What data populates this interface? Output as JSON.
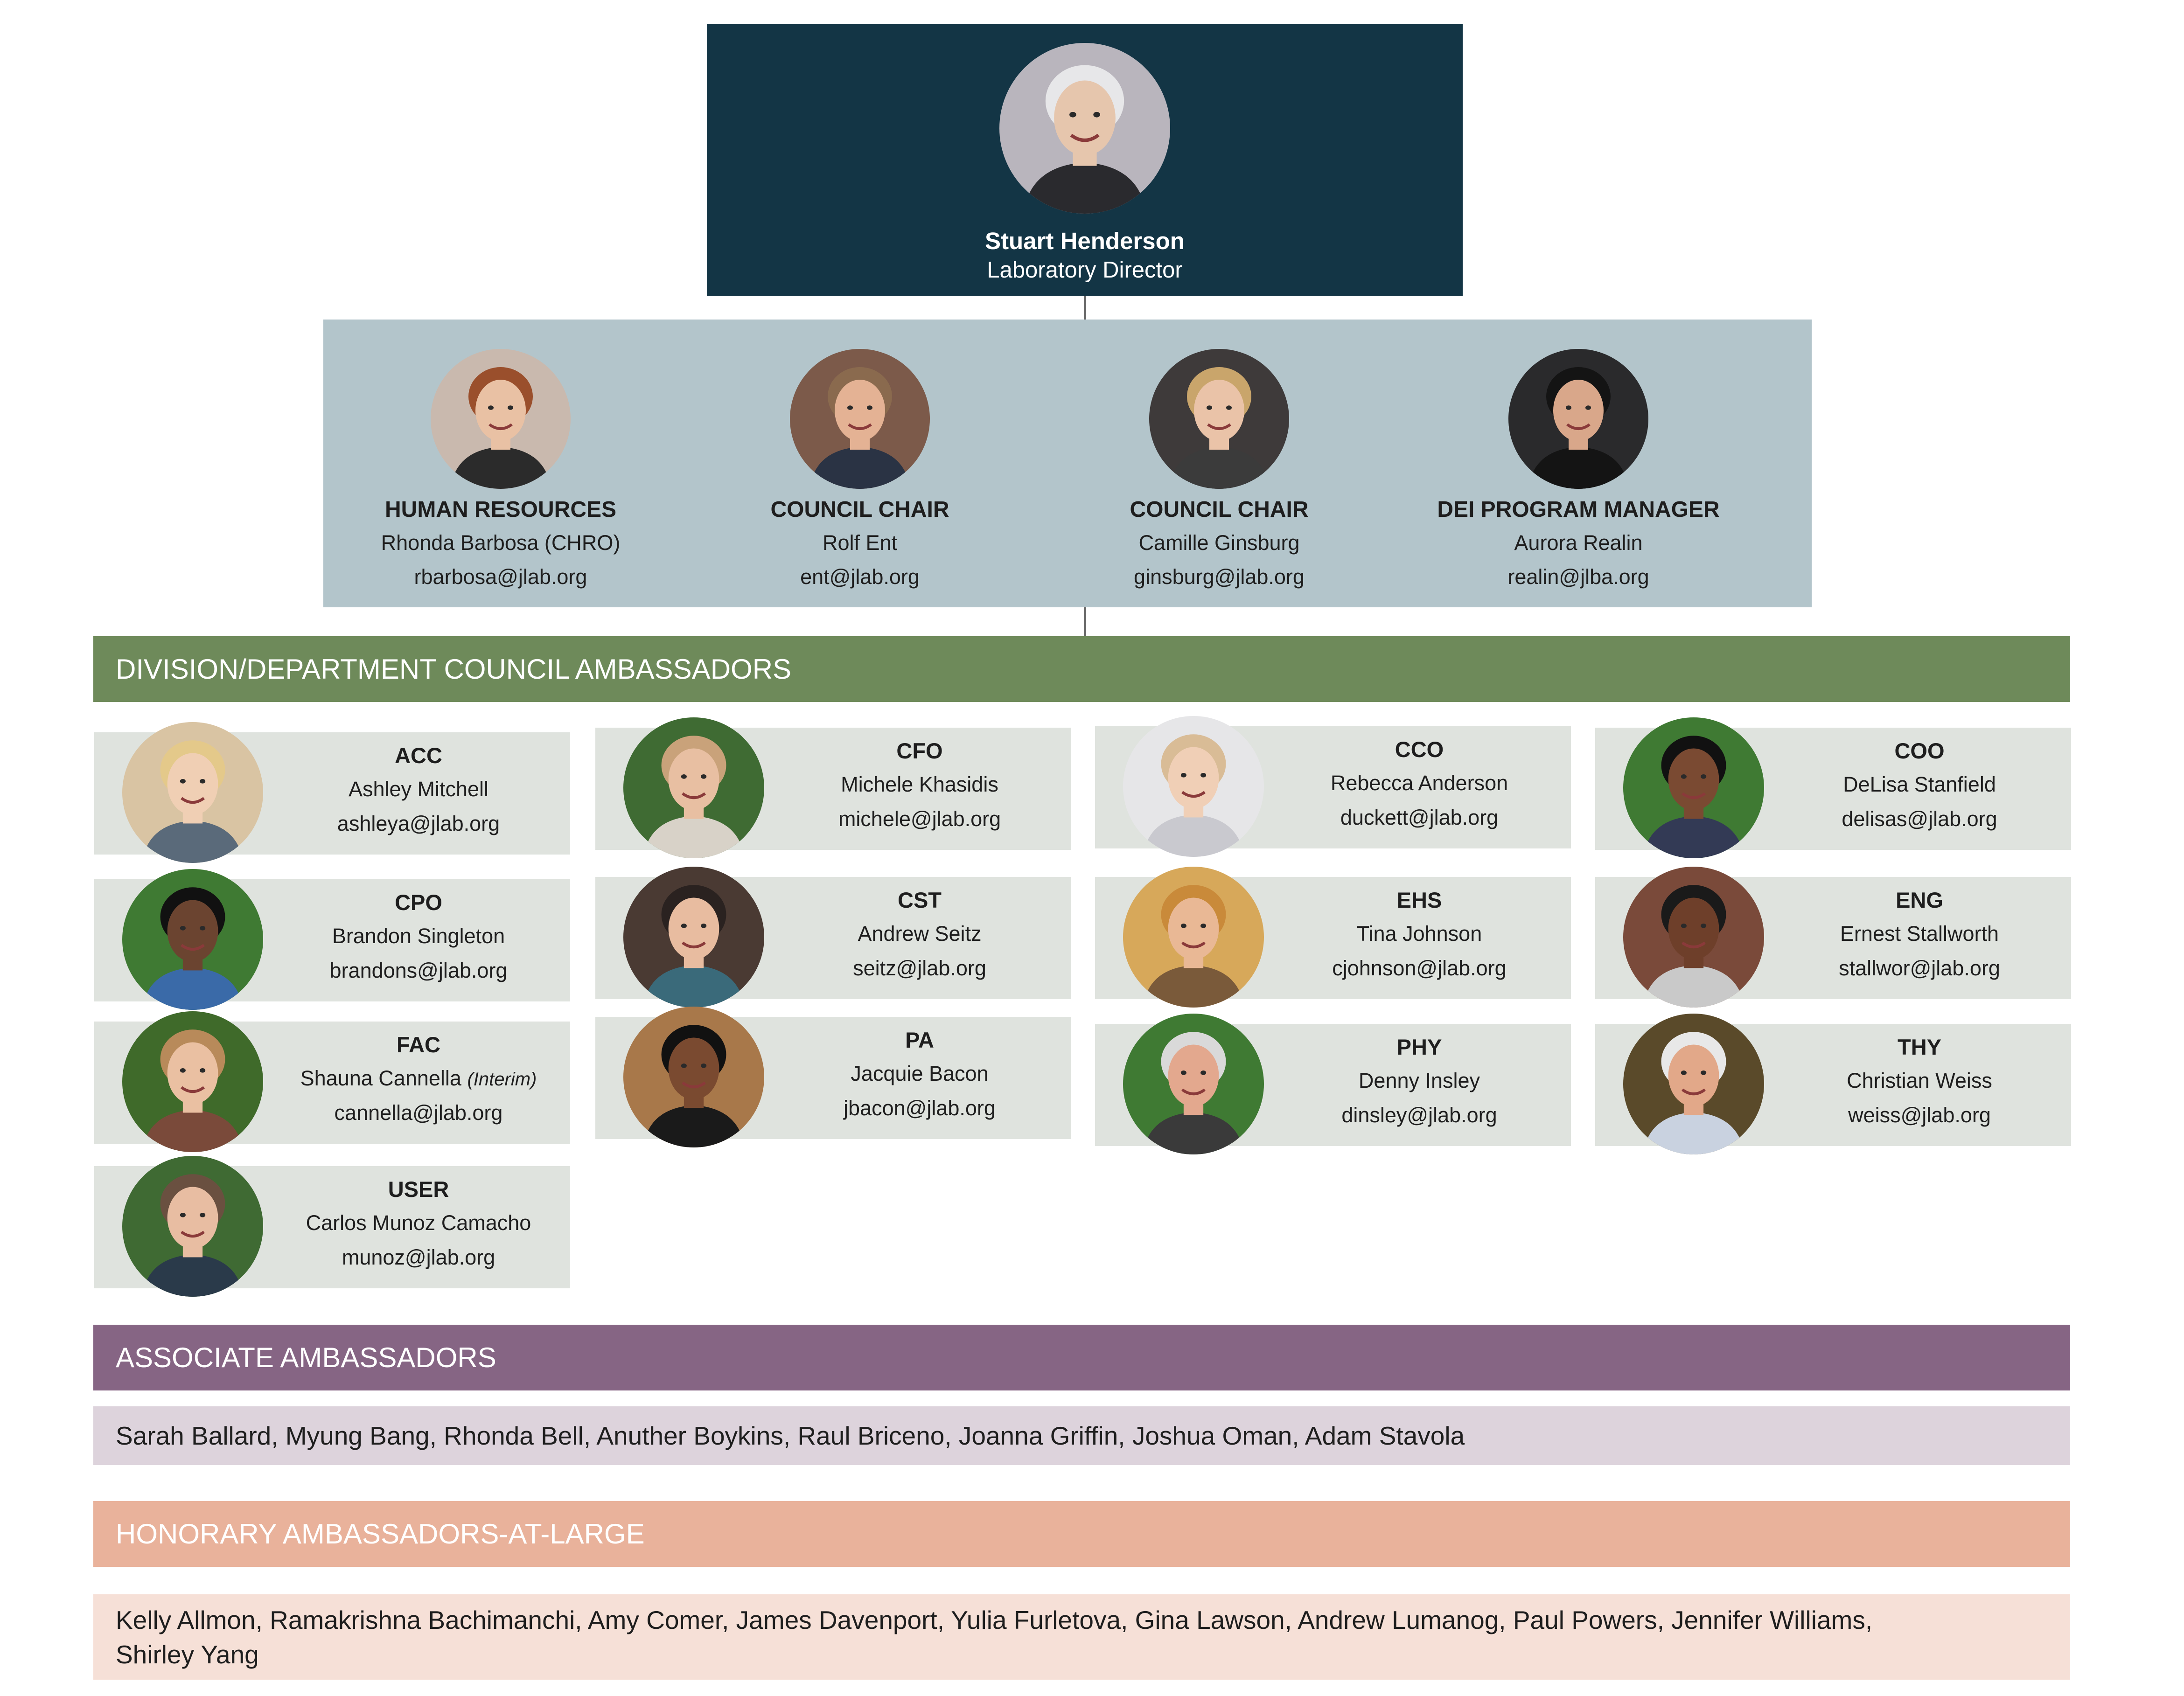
{
  "colors": {
    "director_bg": "#133545",
    "leaders_bg": "#b3c5cb",
    "division_header": "#6e8a5a",
    "associate_header": "#866584",
    "honorary_header": "#e9b29b",
    "card_bg": "#dfe3de"
  },
  "director": {
    "name": "Stuart Henderson",
    "title": "Laboratory Director"
  },
  "leaders": [
    {
      "role": "HUMAN RESOURCES",
      "name": "Rhonda Barbosa (CHRO)",
      "email": "rbarbosa@jlab.org"
    },
    {
      "role": "COUNCIL CHAIR",
      "name": "Rolf Ent",
      "email": "ent@jlab.org"
    },
    {
      "role": "COUNCIL CHAIR",
      "name": "Camille Ginsburg",
      "email": "ginsburg@jlab.org"
    },
    {
      "role": "DEI PROGRAM MANAGER",
      "name": "Aurora Realin",
      "email": "realin@jlba.org"
    }
  ],
  "division": {
    "header": "DIVISION/DEPARTMENT COUNCIL AMBASSADORS",
    "members": [
      {
        "code": "ACC",
        "name": "Ashley Mitchell",
        "email": "ashleya@jlab.org"
      },
      {
        "code": "CFO",
        "name": "Michele Khasidis",
        "email": "michele@jlab.org"
      },
      {
        "code": "CCO",
        "name": "Rebecca Anderson",
        "email": "duckett@jlab.org"
      },
      {
        "code": "COO",
        "name": "DeLisa Stanfield",
        "email": "delisas@jlab.org"
      },
      {
        "code": "CPO",
        "name": "Brandon Singleton",
        "email": "brandons@jlab.org"
      },
      {
        "code": "CST",
        "name": "Andrew Seitz",
        "email": "seitz@jlab.org"
      },
      {
        "code": "EHS",
        "name": "Tina Johnson",
        "email": "cjohnson@jlab.org"
      },
      {
        "code": "ENG",
        "name": "Ernest Stallworth",
        "email": "stallwor@jlab.org"
      },
      {
        "code": "FAC",
        "name": "Shauna Cannella",
        "note": "(Interim)",
        "email": "cannella@jlab.org"
      },
      {
        "code": "PA",
        "name": "Jacquie Bacon",
        "email": "jbacon@jlab.org"
      },
      {
        "code": "PHY",
        "name": "Denny Insley",
        "email": "dinsley@jlab.org"
      },
      {
        "code": "THY",
        "name": "Christian Weiss",
        "email": "weiss@jlab.org"
      },
      {
        "code": "USER",
        "name": "Carlos Munoz Camacho",
        "email": "munoz@jlab.org"
      }
    ]
  },
  "associates": {
    "header": "ASSOCIATE AMBASSADORS",
    "names": "Sarah Ballard, Myung Bang, Rhonda Bell, Anuther Boykins, Raul Briceno, Joanna Griffin, Joshua Oman, Adam Stavola"
  },
  "honorary": {
    "header": "HONORARY AMBASSADORS-AT-LARGE",
    "names_line1": "Kelly Allmon, Ramakrishna Bachimanchi, Amy Comer, James Davenport, Yulia Furletova, Gina Lawson, Andrew Lumanog, Paul Powers, Jennifer Williams,",
    "names_line2": "Shirley Yang"
  }
}
